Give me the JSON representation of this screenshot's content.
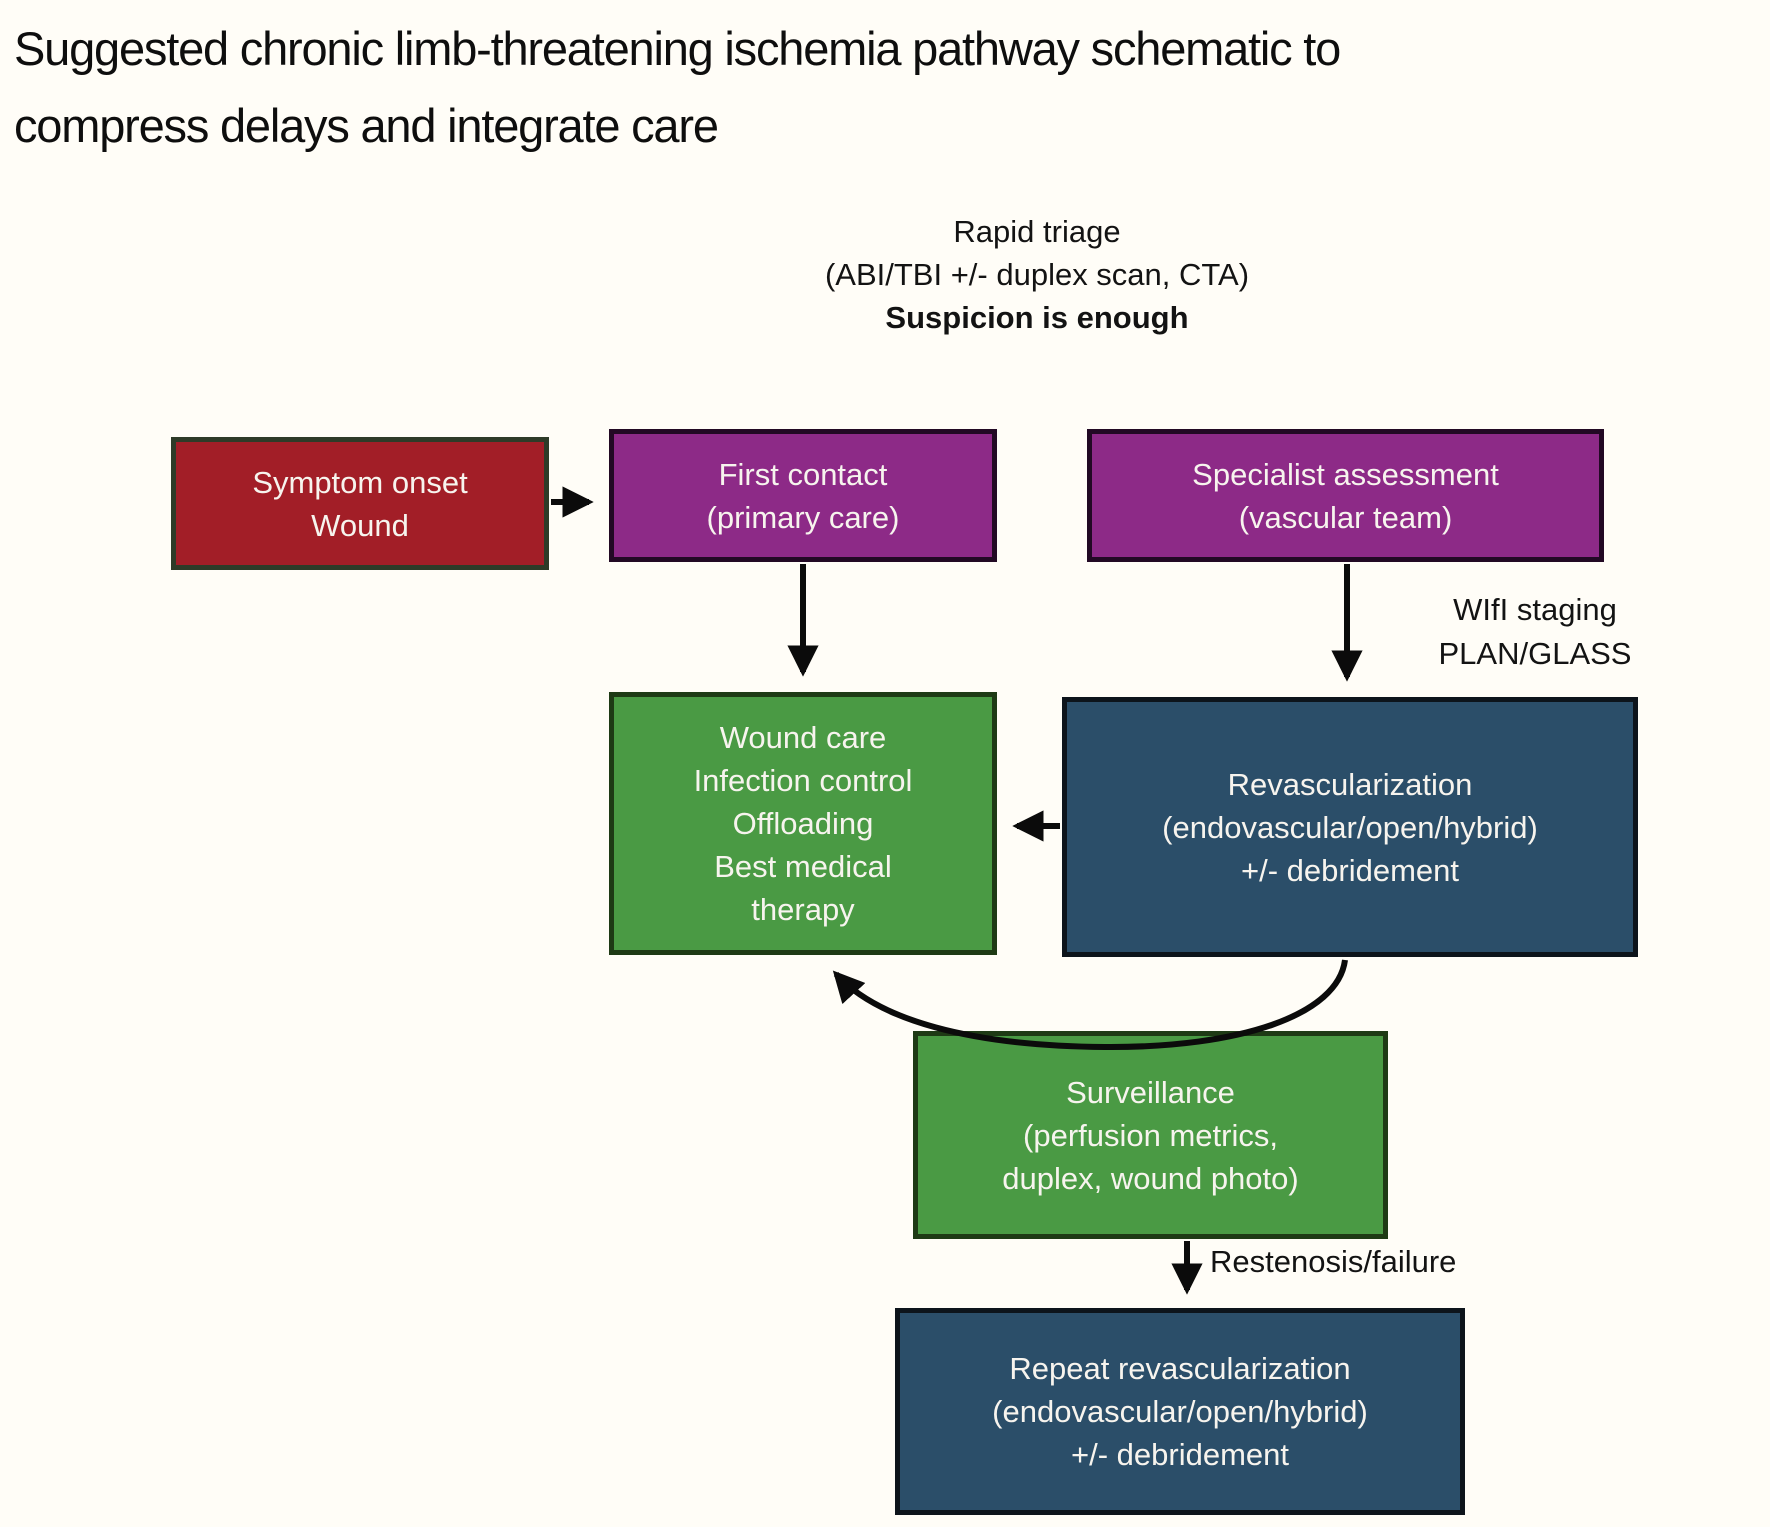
{
  "title": "Suggested chronic limb-threatening ischemia pathway schematic to\ncompress delays and integrate care",
  "triage": {
    "line1": "Rapid triage",
    "line2": "(ABI/TBI +/- duplex scan, CTA)",
    "line3": "Suspicion is enough"
  },
  "nodes": {
    "symptom_onset": {
      "label": "Symptom onset\nWound",
      "fill": "#a21e27",
      "border": "#2e3b28"
    },
    "first_contact": {
      "label": "First contact\n(primary care)",
      "fill": "#8d2a87",
      "border": "#220924"
    },
    "specialist_assessment": {
      "label": "Specialist assessment\n(vascular team)",
      "fill": "#8d2a87",
      "border": "#220924"
    },
    "wound_care": {
      "label": "Wound care\nInfection control\nOffloading\nBest medical\ntherapy",
      "fill": "#4a9a44",
      "border": "#1e3a15"
    },
    "revascularization": {
      "label": "Revascularization\n(endovascular/open/hybrid)\n+/- debridement",
      "fill": "#2b4e69",
      "border": "#0d141b"
    },
    "surveillance": {
      "label": "Surveillance\n(perfusion metrics,\nduplex, wound photo)",
      "fill": "#4a9a44",
      "border": "#1e3a15"
    },
    "repeat_revascularization": {
      "label": "Repeat revascularization\n(endovascular/open/hybrid)\n+/- debridement",
      "fill": "#2b4e69",
      "border": "#0d141b"
    }
  },
  "edge_labels": {
    "wifi_staging": "WIfI staging\nPLAN/GLASS",
    "restenosis": "Restenosis/failure"
  },
  "colors": {
    "background": "#fffdf7",
    "text_dark": "#0e0e0e",
    "node_text": "#f7f4ee",
    "arrow": "#0b0b0b"
  }
}
